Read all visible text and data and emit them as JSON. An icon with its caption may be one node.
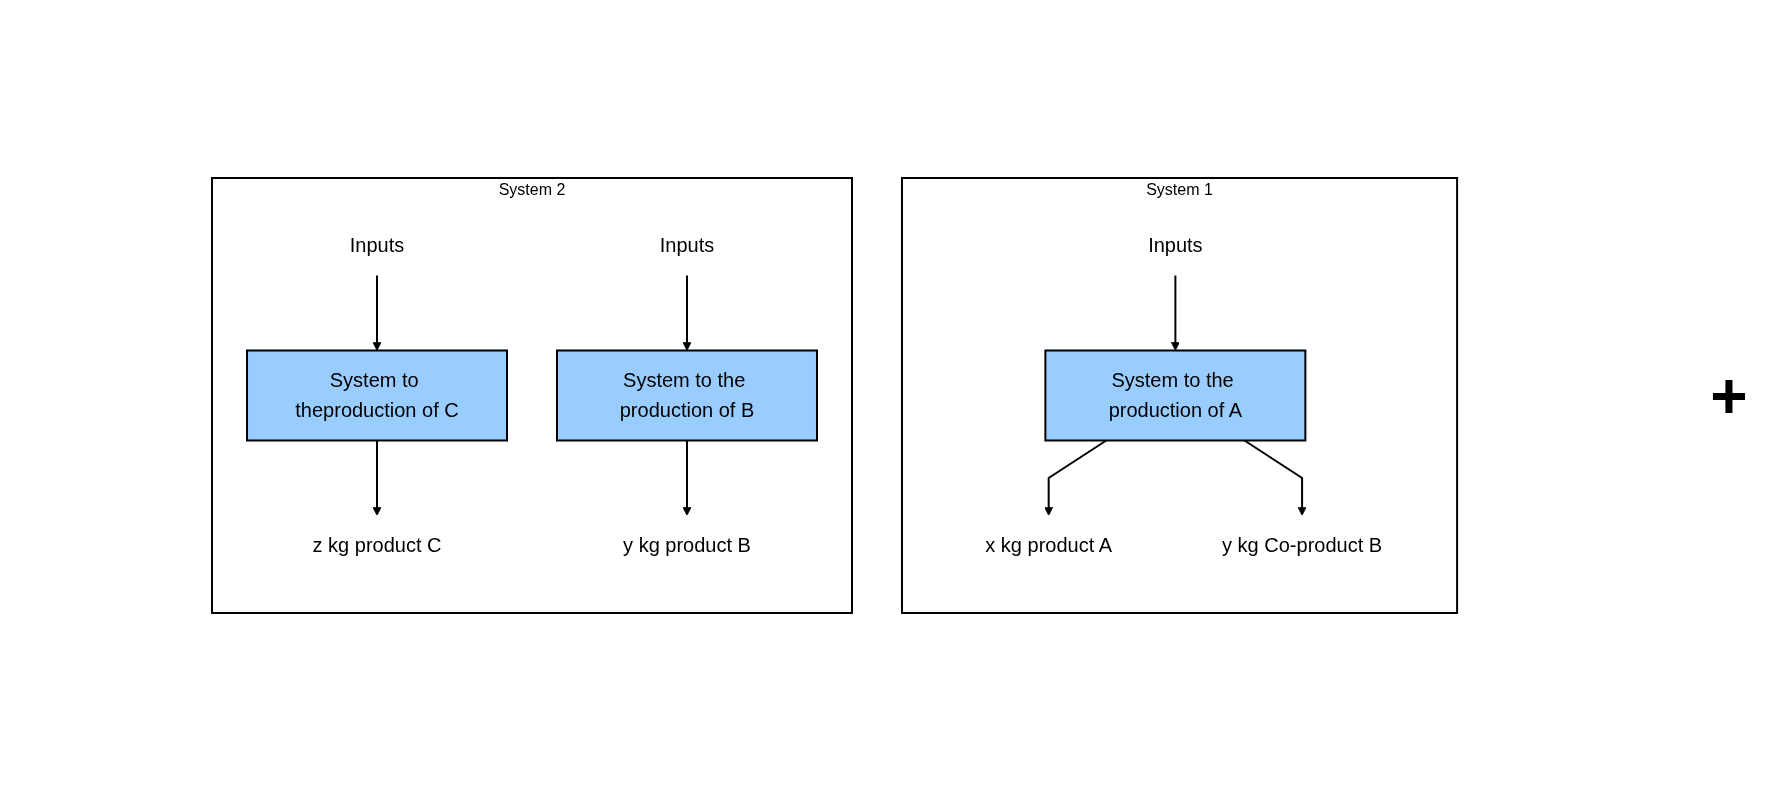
{
  "diagram": {
    "nodes": [
      {
        "text": [
          "System 1"
        ]
      },
      {
        "text": [
          "Inputs"
        ],
        "in": 0
      },
      {
        "text": [
          "System to the production of A"
        ],
        "in": 0
      },
      {
        "text": [
          "x kg product A"
        ],
        "in": 0
      },
      {
        "text": [
          "y kg Co-product B"
        ],
        "in": 0
      },
      {
        "text": [
          "System 2"
        ]
      },
      {
        "text": [
          "Inputs"
        ],
        "in": 5
      },
      {
        "text": [
          "System to theproduction of C"
        ],
        "in": 5
      },
      {
        "text": [
          "Inputs"
        ],
        "in": 5
      },
      {
        "text": [
          "System to the production of B"
        ],
        "in": 5
      },
      {
        "text": [
          "z kg product C"
        ],
        "in": 5
      },
      {
        "text": [
          "y kg product B"
        ],
        "in": 5
      }
    ],
    "edges": [
      {
        "from": 1,
        "to": 2,
        "arrow": "to"
      },
      {
        "from": 2,
        "to": 3,
        "arrow": "to"
      },
      {
        "from": 2,
        "to": 4,
        "arrow": "to"
      },
      {
        "from": 6,
        "to": 7,
        "arrow": "to"
      },
      {
        "from": 7,
        "to": 10,
        "arrow": "to"
      },
      {
        "from": 8,
        "to": 9,
        "arrow": "to"
      },
      {
        "from": 9,
        "to": 11,
        "arrow": "to"
      }
    ],
    "labels": [
      "+"
    ]
  }
}
